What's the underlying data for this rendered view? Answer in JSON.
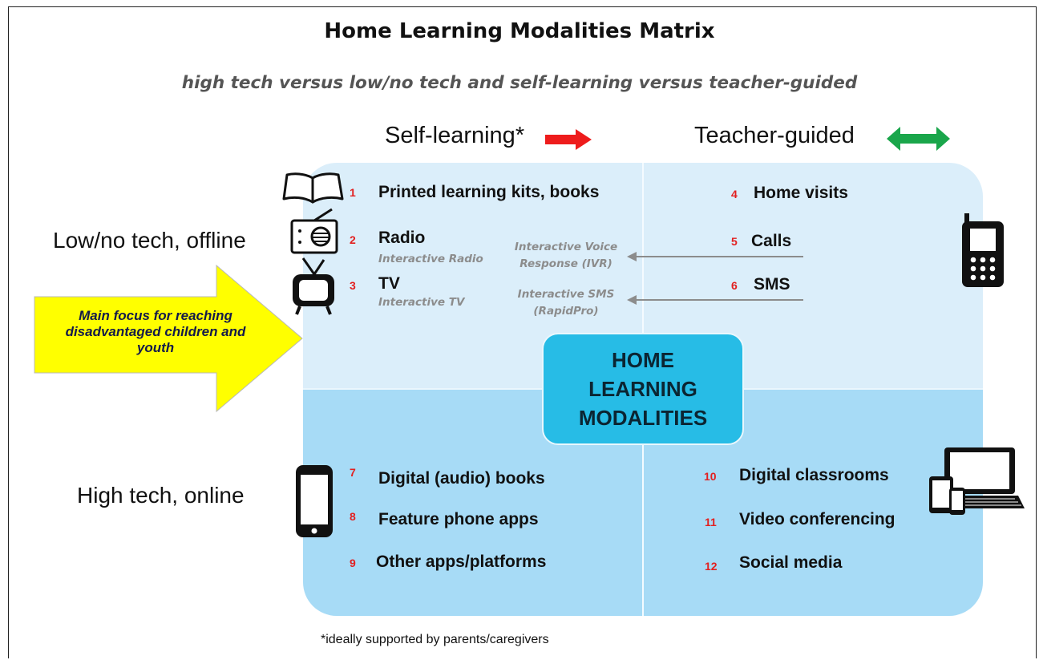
{
  "title": "Home Learning Modalities Matrix",
  "subtitle": "high tech versus low/no tech and self-learning versus teacher-guided",
  "columns": {
    "self_learning": "Self-learning*",
    "teacher_guided": "Teacher-guided"
  },
  "rows": {
    "low_tech": "Low/no tech, offline",
    "high_tech": "High tech, online"
  },
  "arrow_callout": "Main focus for reaching disadvantaged children and youth",
  "center_label": "HOME\nLEARNING\nMODALITIES",
  "items": [
    {
      "num": "1",
      "label": "Printed learning kits, books"
    },
    {
      "num": "2",
      "label": "Radio",
      "sub": "Interactive Radio"
    },
    {
      "num": "3",
      "label": "TV",
      "sub": "Interactive TV"
    },
    {
      "num": "4",
      "label": "Home visits"
    },
    {
      "num": "5",
      "label": "Calls"
    },
    {
      "num": "6",
      "label": "SMS"
    },
    {
      "num": "7",
      "label": "Digital (audio) books"
    },
    {
      "num": "8",
      "label": "Feature phone apps"
    },
    {
      "num": "9",
      "label": "Other apps/platforms"
    },
    {
      "num": "10",
      "label": "Digital classrooms"
    },
    {
      "num": "11",
      "label": "Video conferencing"
    },
    {
      "num": "12",
      "label": "Social media"
    }
  ],
  "connectors": {
    "ivr_line1": "Interactive Voice",
    "ivr_line2": "Response (IVR)",
    "sms_line1": "Interactive SMS",
    "sms_line2": "(RapidPro)"
  },
  "footnote": "*ideally supported by parents/caregivers",
  "colors": {
    "panel_top": "#dbeefa",
    "panel_bottom": "#a7dbf6",
    "center_box": "#27bce6",
    "self_learning_arrow": "#ee1c1c",
    "teacher_guided_arrow": "#1aa64b",
    "callout_arrow": "#ffff00",
    "item_number": "#e22020"
  },
  "icons": [
    "book-icon",
    "radio-icon",
    "tv-icon",
    "feature-phone-icon",
    "smartphone-icon",
    "devices-icon"
  ]
}
